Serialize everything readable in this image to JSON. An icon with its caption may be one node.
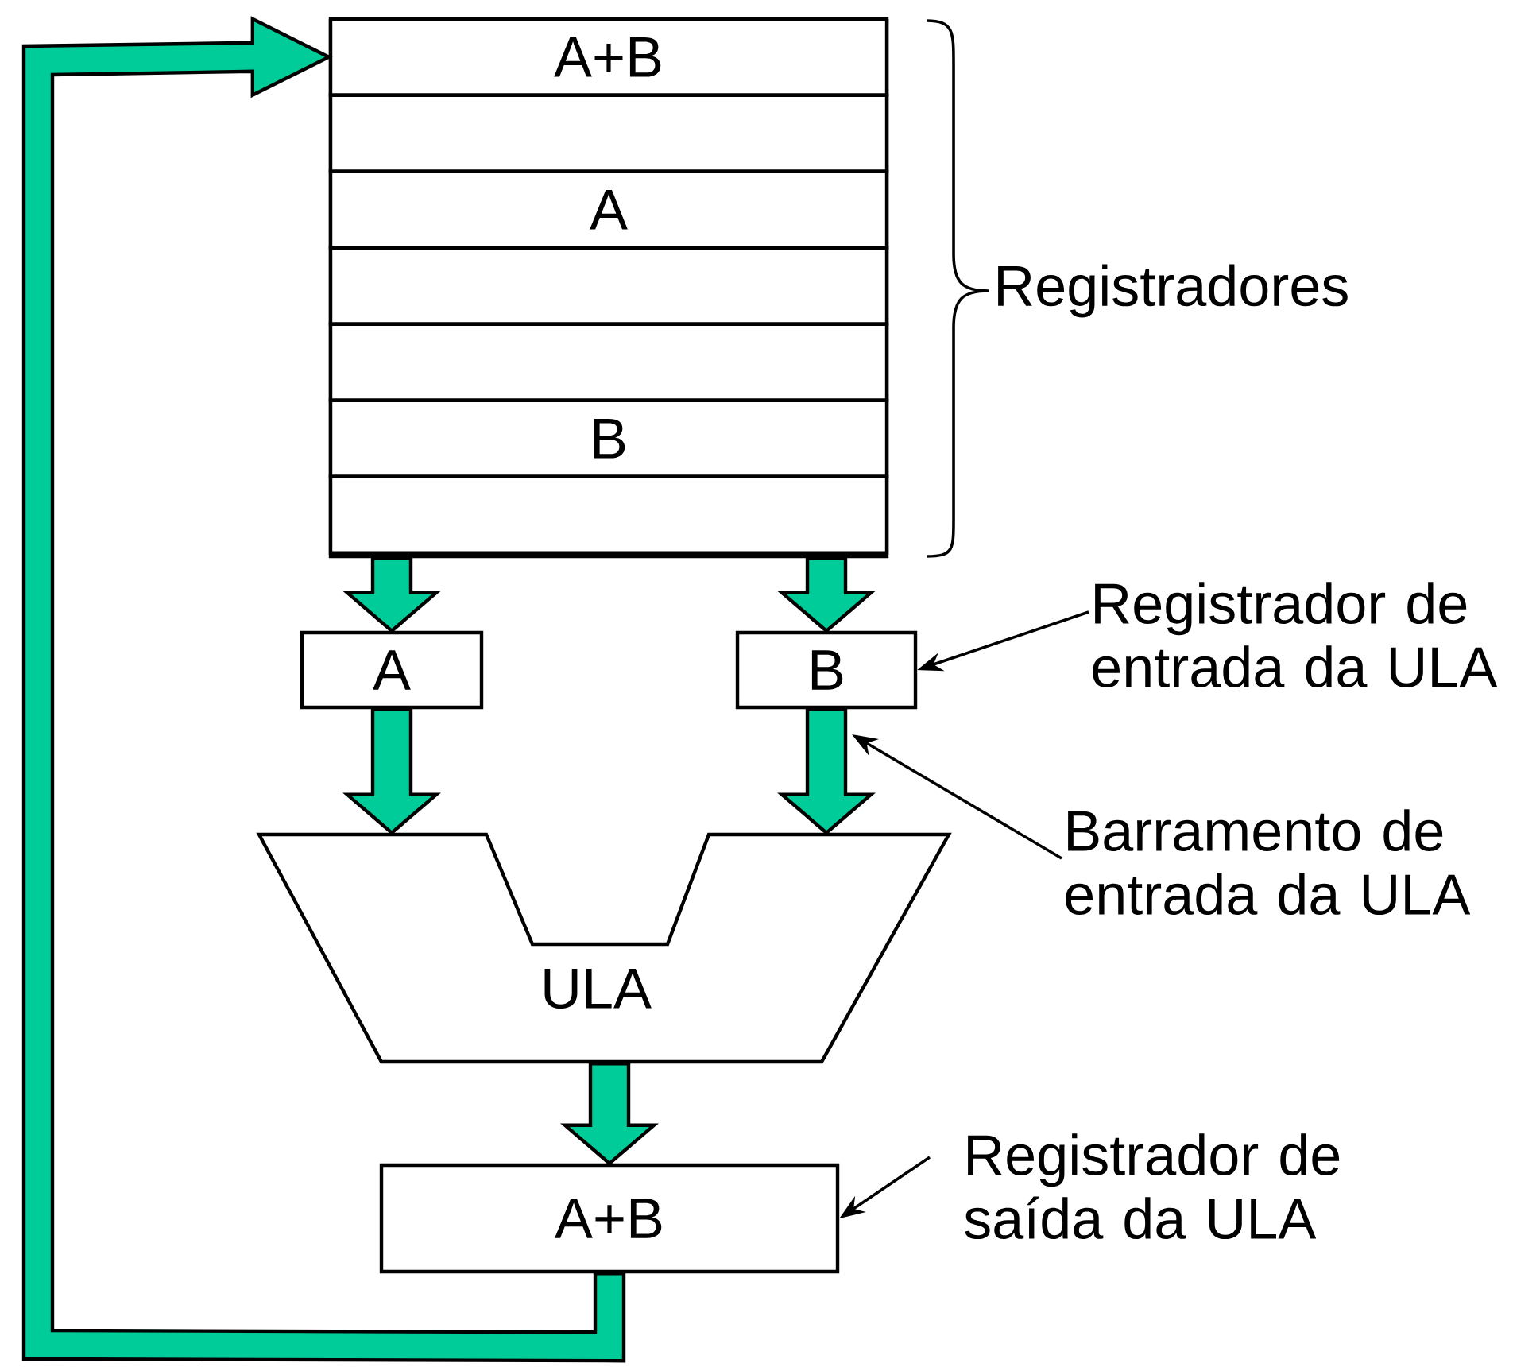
{
  "diagram": {
    "nodes": [
      {
        "text": [],
        "shape": "box"
      },
      {
        "text": [
          "A+B"
        ],
        "in": 0
      },
      {
        "text": [],
        "shape": "box",
        "in": 0
      },
      {
        "text": [
          "A"
        ],
        "in": 0
      },
      {
        "text": [],
        "shape": "box",
        "in": 0
      },
      {
        "text": [],
        "shape": "box",
        "in": 0
      },
      {
        "text": [
          "B"
        ],
        "in": 0
      },
      {
        "text": [],
        "shape": "box",
        "in": 0
      },
      {
        "text": [
          "A"
        ]
      },
      {
        "text": [
          "B"
        ]
      },
      {
        "text": [
          "ULA"
        ]
      },
      {
        "text": [
          "A+B"
        ]
      },
      {
        "text": [
          "Registrador de entrada da ULA"
        ]
      },
      {
        "text": [
          "Barramento de entrada da ULA"
        ]
      },
      {
        "text": [
          "Registrador de saída da ULA"
        ]
      }
    ],
    "edges": [
      {
        "from": 0,
        "to": 8,
        "arrow": "to"
      },
      {
        "from": 0,
        "to": 9,
        "arrow": "to"
      },
      {
        "from": 8,
        "to": 10,
        "arrow": "to"
      },
      {
        "from": 9,
        "to": 10,
        "arrow": "to"
      },
      {
        "from": 10,
        "to": 11,
        "arrow": "to"
      },
      {
        "from": 11,
        "to": 1,
        "arrow": "to"
      },
      {
        "from": 12,
        "to": 9,
        "arrow": "to"
      },
      {
        "from": 13,
        "to": null,
        "arrow": "to"
      },
      {
        "from": 14,
        "to": 11,
        "arrow": "to"
      }
    ],
    "labels": [
      "Registradores"
    ]
  }
}
